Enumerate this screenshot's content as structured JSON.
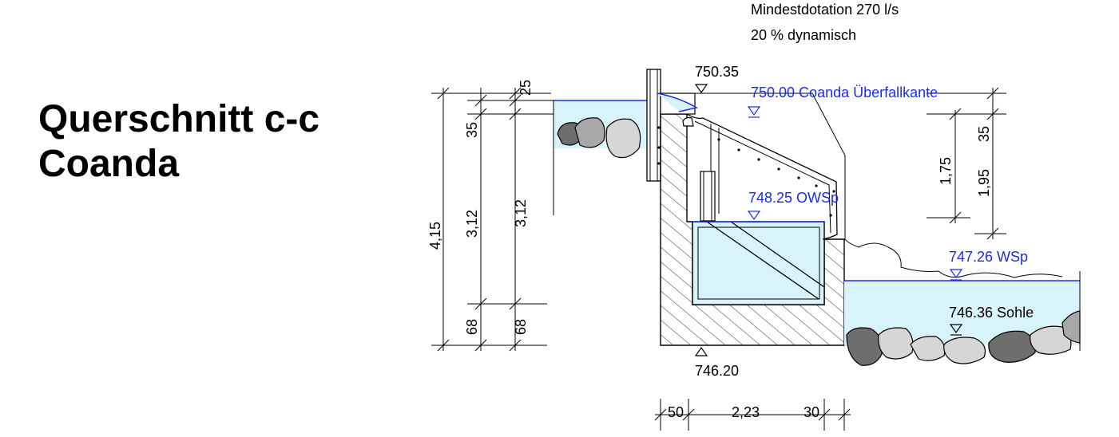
{
  "title": {
    "line1": "Querschnitt c-c",
    "line2": "Coanda"
  },
  "notes": {
    "line1": "Mindestdotation 270 l/s",
    "line2": "20 % dynamisch"
  },
  "levels": {
    "top_wall": "750.35",
    "coanda_crest": "750.00 Coanda Überfallkante",
    "headwater": "748.25 OWSp",
    "tailwater": "747.26 WSp",
    "river_bed": "746.36 Sohle",
    "base": "746.20"
  },
  "dims_left": {
    "total": "4,15",
    "a_25": "25",
    "a_35": "35",
    "a_312": "3,12",
    "a_68": "68",
    "b_312": "3,12",
    "b_68": "68"
  },
  "dims_right": {
    "r_35": "35",
    "r_175": "1,75",
    "r_195": "1,95"
  },
  "dims_bottom": {
    "d_50": "50",
    "d_223": "2,23",
    "d_30": "30"
  },
  "colors": {
    "water": "#d9f3fb",
    "water_line": "#1a2cf0",
    "label_blue": "#1a2cf0",
    "rock_dark": "#6e6e6e",
    "rock_mid": "#a8a8a8",
    "rock_light": "#d6d6d6"
  }
}
